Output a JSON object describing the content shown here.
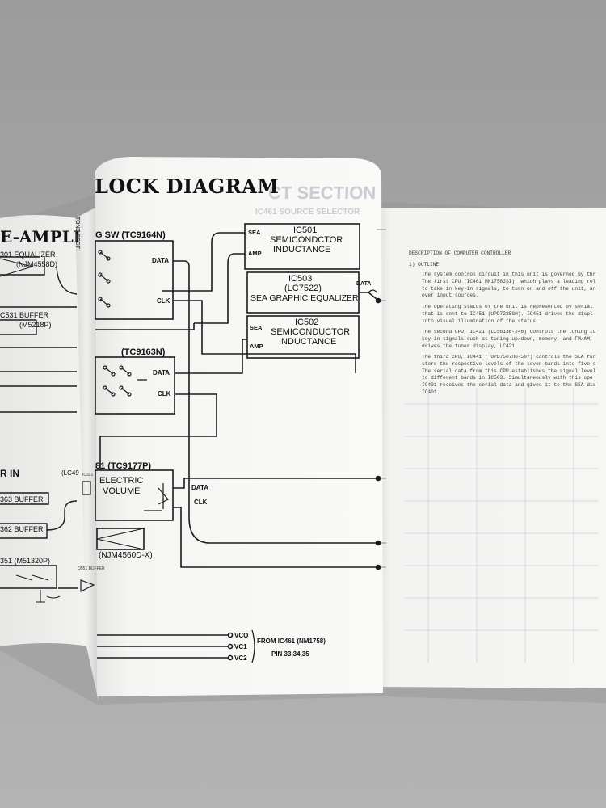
{
  "center_page": {
    "title": "LOCK DIAGRAM",
    "ghost_text": "CT SECTION",
    "ghost_text_2": "IC461 SOURCE SELECTOR",
    "ic501": {
      "labels": [
        "IC501",
        "SEMICONDCTOR",
        "INDUCTANCE"
      ],
      "pins": [
        "SEA",
        "AMP"
      ]
    },
    "ic503": {
      "labels": [
        "IC503",
        "(LC7522)",
        "SEA GRAPHIC EQUALIZER"
      ]
    },
    "ic502": {
      "labels": [
        "IC502",
        "SEMICONDUCTOR",
        "INDUCTANCE"
      ],
      "pins": [
        "SEA",
        "AMP"
      ]
    },
    "sw1": {
      "label": "G SW (TC9164N)",
      "pins": [
        "DATA",
        "CLK"
      ]
    },
    "sw2": {
      "label": "(TC9163N)",
      "pins": [
        "DATA",
        "CLK"
      ]
    },
    "vol": {
      "label": "81 (TC9177P)",
      "lines": [
        "ELECTRIC",
        "VOLUME"
      ],
      "pins": [
        "DATA",
        "CLK"
      ]
    },
    "data_out": "DATA",
    "buffer_ic": "(NJM4560D-X)",
    "vc_lines": [
      "VCO",
      "VC1",
      "VC2"
    ],
    "from_note": [
      "FROM IC461 (NM1758)",
      "PIN 33,34,35"
    ]
  },
  "left_page": {
    "title": "E-AMPLI",
    "side_label": "TONE SECT",
    "parts": [
      "301 EQUALIZER",
      "(NJM4558D)",
      "C531 BUFFER",
      "(M5218P)",
      "R IN",
      "(LC49",
      "363 BUFFER",
      "362 BUFFER",
      "351 (M51320P)",
      "Q551 BUFFER",
      "IC321"
    ]
  },
  "right_page": {
    "heading": "DESCRIPTION OF COMPUTER CONTROLLER",
    "section": "1)  OUTLINE",
    "paragraphs": [
      [
        "The system control circuit in this unit is governed by thr",
        "The first CPU (IC461 MN1758JSI), which plays a leading rol",
        "to take in key-in signals, to turn on and off the unit, an",
        "over input sources."
      ],
      [
        "The operating status of the unit is represented by serial",
        "that is sent to IC451 (UPD7225GH).  IC451 drives the displ",
        "into visual illumination of the status."
      ],
      [
        "The second CPU, IC421 (LC5813B-246) controls the tuning IC",
        "key-in signals such as tuning up/down, memory, and FM/AM,",
        "drives the tuner display, LC421."
      ],
      [
        "The third CPU, IC441 ( UPD7507HG-507) controls the SEA fun",
        "store the respective levels of the seven bands into five s",
        "The serial data from this CPU establishes the signal level",
        "to different bands in IC503.  Simultaneously with this ope",
        "IC401 receives the serial data and gives it to the SEA dis",
        "IC401."
      ]
    ]
  }
}
